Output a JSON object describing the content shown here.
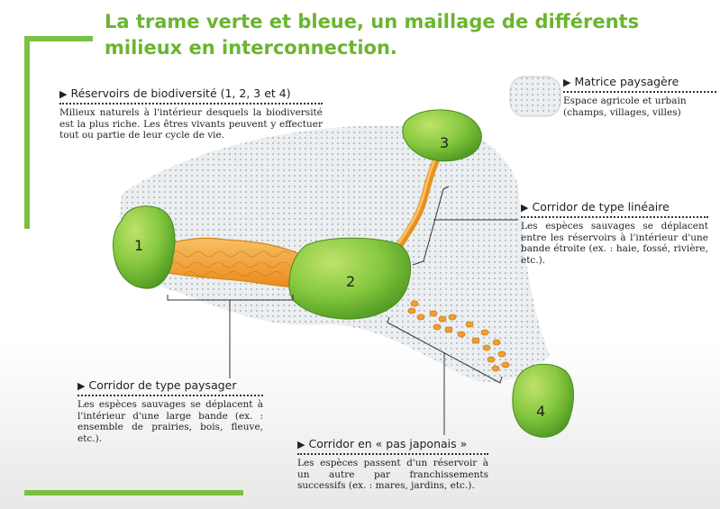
{
  "title": "La trame verte et bleue, un maillage de différents milieux en interconnection.",
  "colors": {
    "accent_green": "#7ac142",
    "reservoir_green": "#86c83f",
    "corridor_orange": "#f2a333",
    "matrix_gray": "#e3e6e8",
    "title_green": "#6ab52e"
  },
  "reservoirs": [
    "1",
    "2",
    "3",
    "4"
  ],
  "matrix": {
    "heading": "Matrice paysagère",
    "text": "Espace agricole et urbain (champs, villages, villes)"
  },
  "callouts": {
    "reservoirs": {
      "heading": "Réservoirs de biodiversité (1, 2, 3 et 4)",
      "text": "Milieux naturels à l'intérieur desquels la biodiversité est la plus riche. Les êtres vivants peuvent y effectuer tout ou partie de leur cycle de vie."
    },
    "lineaire": {
      "heading": "Corridor de type linéaire",
      "text": "Les espèces sauvages se déplacent entre les réservoirs à l'intérieur d'une bande étroite (ex. : haie, fossé, rivière, etc.)."
    },
    "paysager": {
      "heading": "Corridor de type paysager",
      "text": "Les espèces sauvages se déplacent à l'intérieur d'une large bande (ex. : ensemble de prairies, bois, fleuve, etc.)."
    },
    "japonais": {
      "heading": "Corridor en « pas japonais »",
      "text": "Les espèces passent d'un réservoir à un autre par franchissements successifs (ex. : mares, jardins, etc.)."
    }
  }
}
